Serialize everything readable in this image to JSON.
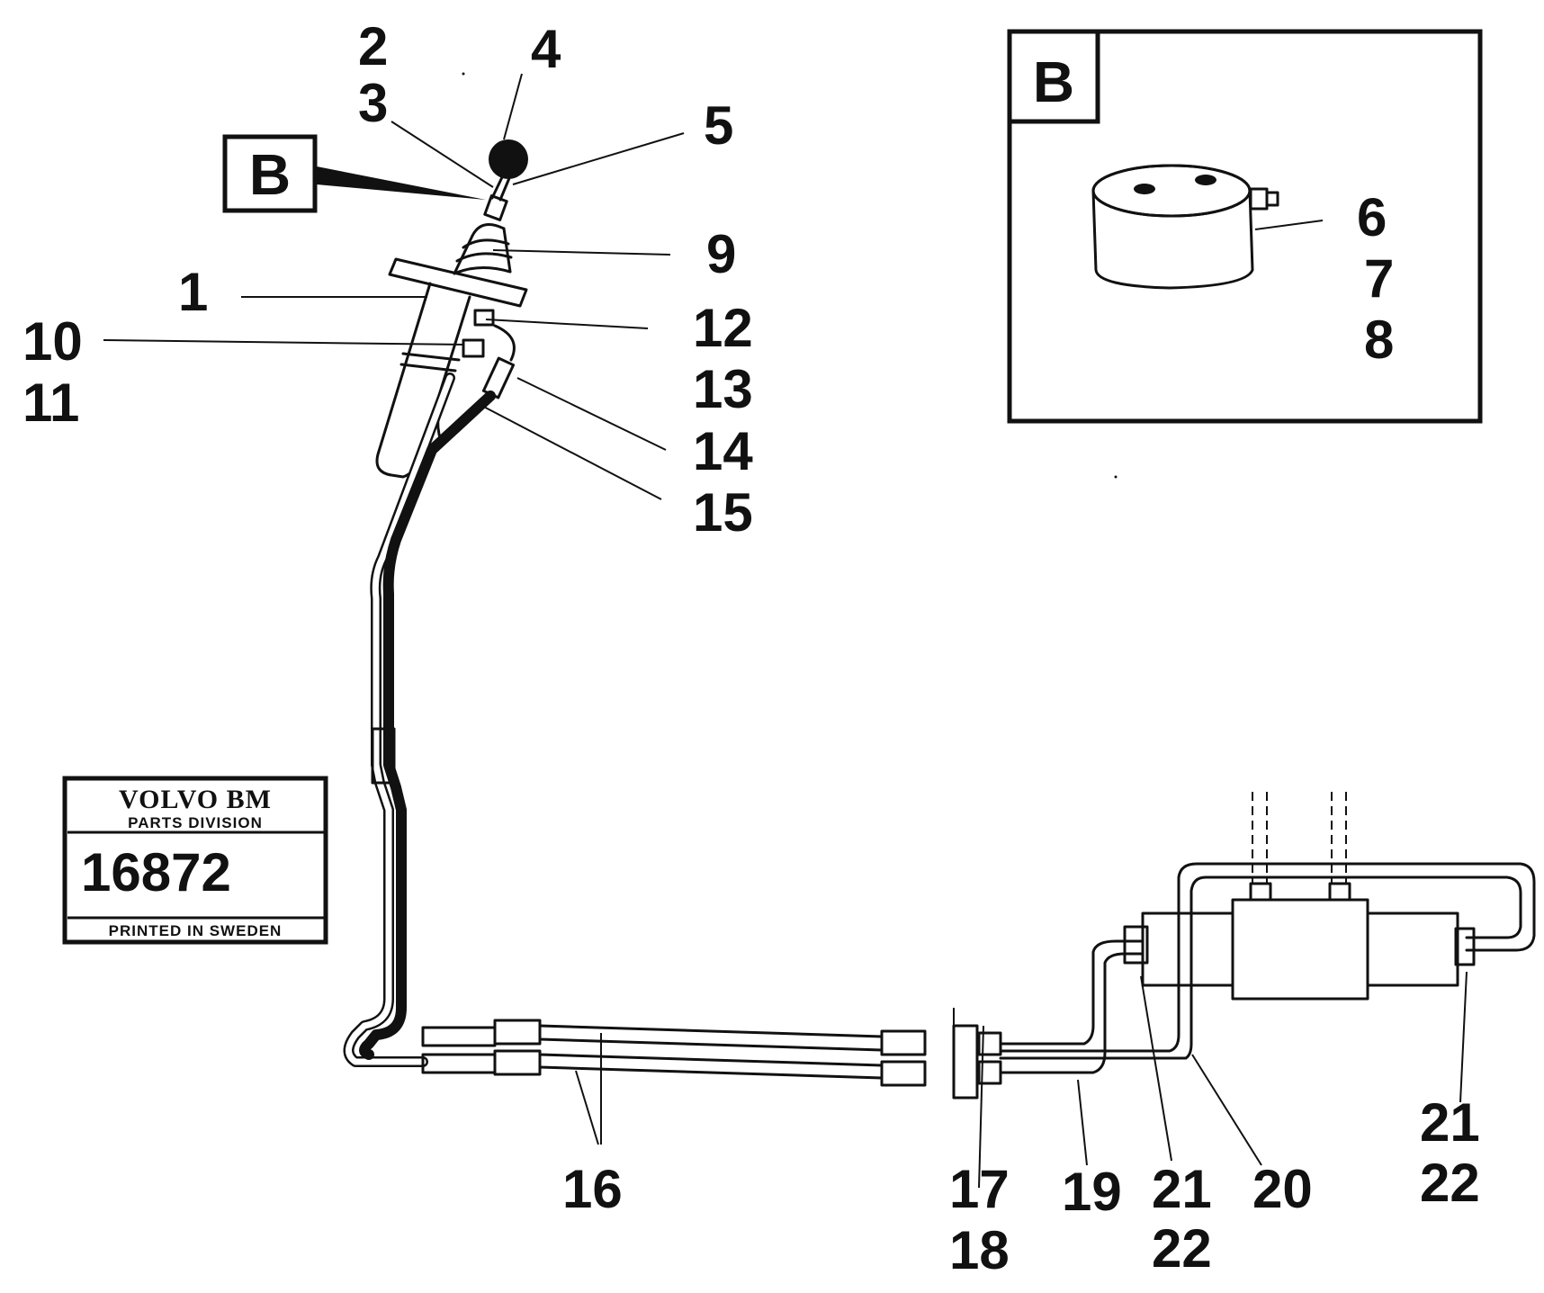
{
  "diagram": {
    "view_marker": "B",
    "detail_box_label": "B",
    "callouts": {
      "c1": "1",
      "c2": "2",
      "c3": "3",
      "c4": "4",
      "c5": "5",
      "c6": "6",
      "c7": "7",
      "c8": "8",
      "c9": "9",
      "c10": "10",
      "c11": "11",
      "c12": "12",
      "c13": "13",
      "c14": "14",
      "c15": "15",
      "c16": "16",
      "c17": "17",
      "c18": "18",
      "c19": "19",
      "c20": "20",
      "c21a": "21",
      "c22a": "22",
      "c21b": "21",
      "c22b": "22"
    }
  },
  "stamp": {
    "brand": "VOLVO BM",
    "division": "PARTS DIVISION",
    "number": "16872",
    "printed": "PRINTED IN SWEDEN"
  }
}
